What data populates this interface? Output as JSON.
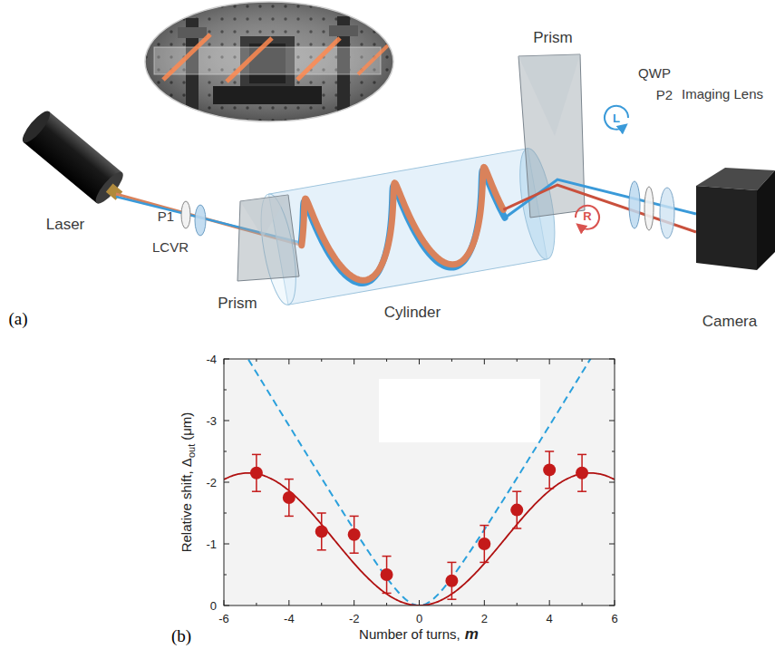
{
  "diagram": {
    "labels": [
      "(a)",
      "Laser",
      "P1",
      "LCVR",
      "Prism",
      "Cylinder",
      "Prism",
      "L",
      "QWP",
      "P2",
      "Imaging Lens",
      "R",
      "Camera",
      "(b)",
      "-4",
      "-3",
      "-2",
      "-1",
      "0",
      "-6",
      "-4",
      "-2",
      "0",
      "2",
      "4",
      "6",
      "Relative shift, Δ",
      "out",
      "(μm)",
      "Number of turns,",
      "m"
    ]
  }
}
